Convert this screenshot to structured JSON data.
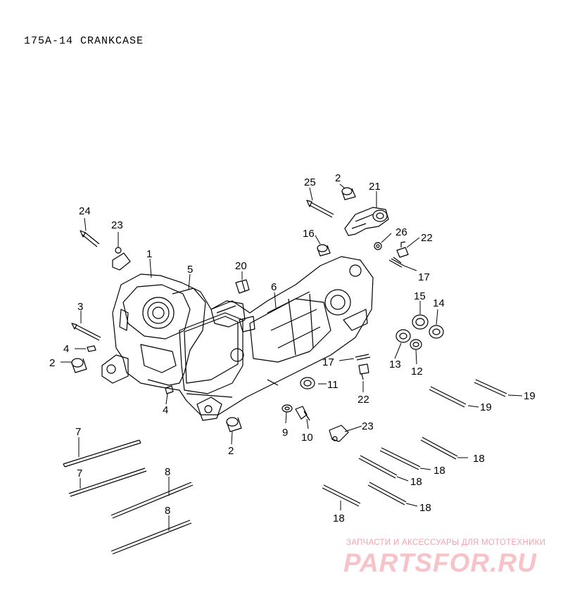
{
  "diagram": {
    "title": "175A-14  CRANKCASE",
    "callouts": [
      "1",
      "2",
      "2",
      "2",
      "3",
      "4",
      "4",
      "5",
      "6",
      "7",
      "7",
      "8",
      "8",
      "9",
      "10",
      "11",
      "12",
      "13",
      "14",
      "15",
      "16",
      "17",
      "17",
      "18",
      "18",
      "18",
      "18",
      "18",
      "19",
      "19",
      "20",
      "21",
      "22",
      "22",
      "23",
      "23",
      "24",
      "25",
      "26"
    ]
  },
  "watermark": {
    "tagline": "ЗАПЧАСТИ И АКСЕССУАРЫ ДЛЯ МОТОТЕХНИКИ",
    "logo": "PARTSFOR.RU",
    "color": "#f2a3ad"
  }
}
